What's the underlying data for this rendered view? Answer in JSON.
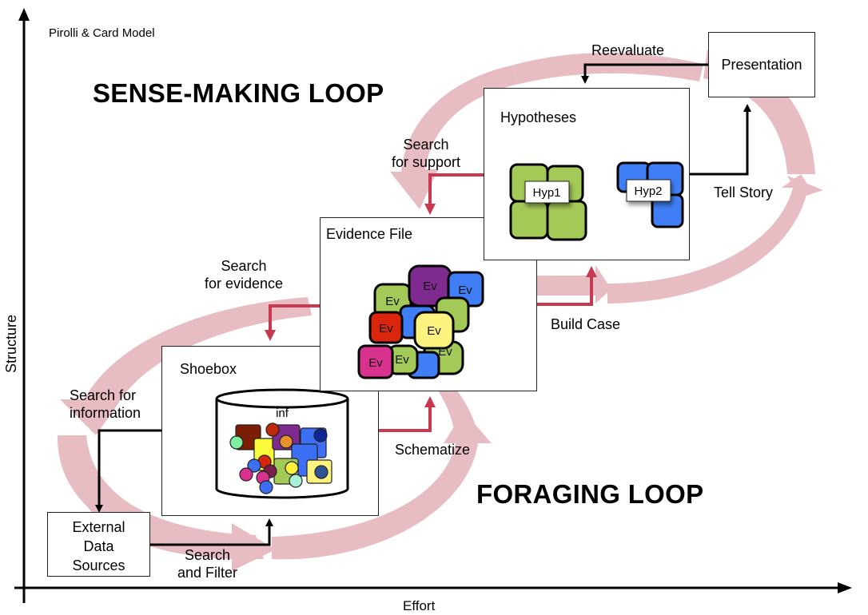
{
  "diagram": {
    "subtitle": "Pirolli & Card Model",
    "loops": {
      "sense_making": "SENSE-MAKING LOOP",
      "foraging": "FORAGING LOOP"
    },
    "axes": {
      "x_label": "Effort",
      "y_label": "Structure"
    },
    "boxes": {
      "external_data": [
        "External",
        "Data",
        "Sources"
      ],
      "shoebox": {
        "title": "Shoebox",
        "container_label": "inf"
      },
      "evidence_file": {
        "title": "Evidence File",
        "piece_label": "Ev"
      },
      "hypotheses": {
        "title": "Hypotheses",
        "items": [
          "Hyp1",
          "Hyp2"
        ]
      },
      "presentation": "Presentation"
    },
    "steps": {
      "search_filter": [
        "Search",
        "and Filter"
      ],
      "search_information": [
        "Search for",
        "information"
      ],
      "schematize": "Schematize",
      "search_evidence": [
        "Search",
        "for evidence"
      ],
      "build_case": "Build Case",
      "search_support": [
        "Search",
        "for support"
      ],
      "tell_story": "Tell Story",
      "reevaluate": "Reevaluate"
    },
    "colors": {
      "loop_band": "#e8bcc3",
      "red_arrow": "#c8384f",
      "black": "#000000",
      "green": "#a3c957",
      "blue": "#3f7ef5",
      "purple": "#7e2a8e",
      "red": "#d9260c",
      "yellow": "#fbf37e",
      "magenta": "#d9328e"
    }
  }
}
